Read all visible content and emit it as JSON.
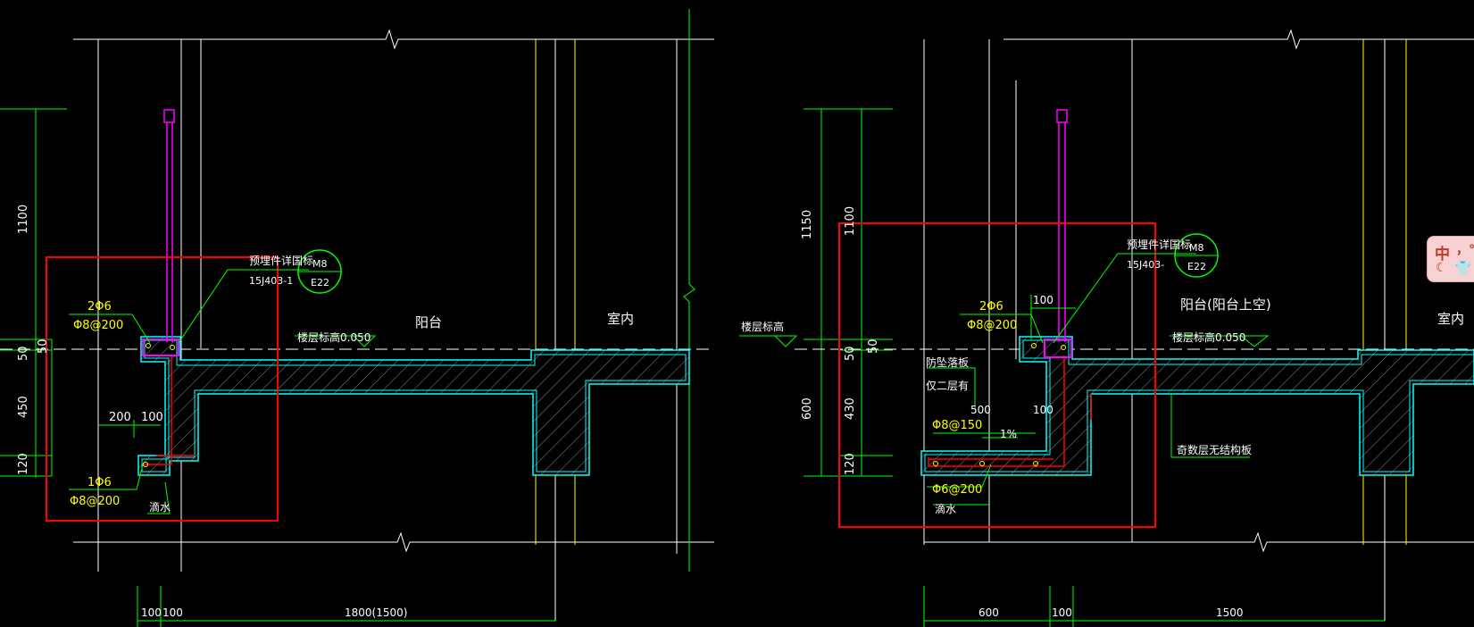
{
  "drawing": {
    "background": "#000000",
    "colors": {
      "dim": "#00ff00",
      "frame": "#ffffff",
      "guide": "#ffff00",
      "slab": "#00ffff",
      "highlight": "#ff0000",
      "rail": "#ff00ff",
      "text_white": "#ffffff",
      "text_yellow": "#ffff00"
    }
  },
  "left": {
    "dims_vertical": [
      "1100",
      "50",
      "50",
      "450",
      "120"
    ],
    "dims_horizontal_top": [
      "200",
      "100"
    ],
    "dims_bottom": [
      "100",
      "100",
      "1800(1500)"
    ],
    "rebar_top_1": "2Φ6",
    "rebar_top_2": "Φ8@200",
    "rebar_bottom_1": "1Φ6",
    "rebar_bottom_2": "Φ8@200",
    "embed_note": "预埋件详国标",
    "embed_ref": "15J403-1",
    "bubble_top": "M8",
    "bubble_bottom": "E22",
    "floor_elev": "楼层标高0.050",
    "room_balcony": "阳台",
    "room_indoor": "室内",
    "drip": "滴水"
  },
  "right": {
    "dims_vertical": [
      "1150",
      "1100",
      "50",
      "50",
      "600",
      "430",
      "120"
    ],
    "dims_top": [
      "100"
    ],
    "dim_mid": "100",
    "dim_500": "500",
    "dims_bottom": [
      "600",
      "100",
      "1500"
    ],
    "rebar_top_1": "2Φ6",
    "rebar_top_2": "Φ8@200",
    "rebar_mid": "Φ8@150",
    "rebar_bottom": "Φ6@200",
    "slope": "1%",
    "embed_note": "预埋件详国标",
    "embed_ref": "15J403-",
    "bubble_top": "M8",
    "bubble_bottom": "E22",
    "floor_elev_left": "楼层标高",
    "floor_elev": "楼层标高0.050",
    "anti_fall_1": "防坠落板",
    "anti_fall_2": "仅二层有",
    "room_balcony": "阳台(阳台上空)",
    "room_indoor": "室内",
    "odd_floor": "奇数层无结构板",
    "drip": "滴水"
  },
  "ime": {
    "char": "中",
    "punct": "，°"
  }
}
